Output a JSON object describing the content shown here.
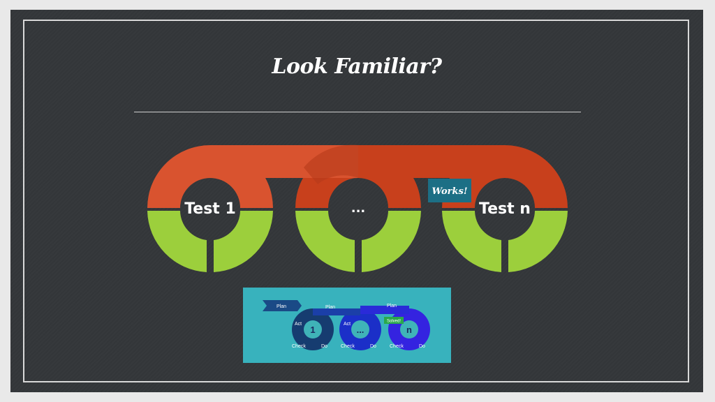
{
  "slide": {
    "title": "Look Familiar?"
  },
  "cycles": [
    {
      "label": "Test 1"
    },
    {
      "label": "..."
    },
    {
      "label": "Test n"
    }
  ],
  "callout": {
    "text": "Works!"
  },
  "thumbnail": {
    "plan_labels": [
      "Plan",
      "Plan",
      "Plan"
    ],
    "act_labels": [
      "Act",
      "Act"
    ],
    "check_labels": [
      "Check",
      "Check",
      "Check"
    ],
    "do_labels": [
      "Do",
      "Do",
      "Do"
    ],
    "centers": [
      "1",
      "...",
      "n"
    ],
    "solved": "Solved!"
  },
  "colors": {
    "background": "#34373a",
    "arc_top": "#d9532f",
    "arc_top_dark": "#c8401c",
    "arc_bottom": "#9ccf3c",
    "callout": "#1c6f85",
    "thumb_bg": "#38b2bd"
  }
}
